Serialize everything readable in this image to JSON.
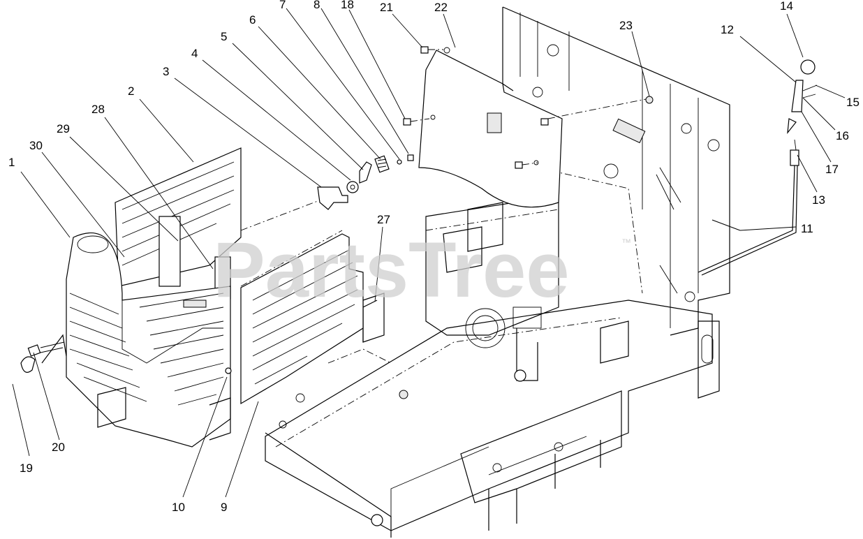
{
  "watermark": {
    "text": "PartsTree",
    "trademark": "™"
  },
  "callouts": [
    {
      "num": "1"
    },
    {
      "num": "2"
    },
    {
      "num": "3"
    },
    {
      "num": "4"
    },
    {
      "num": "5"
    },
    {
      "num": "6"
    },
    {
      "num": "7"
    },
    {
      "num": "8"
    },
    {
      "num": "9"
    },
    {
      "num": "10"
    },
    {
      "num": "11"
    },
    {
      "num": "12"
    },
    {
      "num": "13"
    },
    {
      "num": "14"
    },
    {
      "num": "15"
    },
    {
      "num": "16"
    },
    {
      "num": "17"
    },
    {
      "num": "18"
    },
    {
      "num": "19"
    },
    {
      "num": "20"
    },
    {
      "num": "21"
    },
    {
      "num": "22"
    },
    {
      "num": "23"
    },
    {
      "num": "27"
    },
    {
      "num": "28"
    },
    {
      "num": "29"
    },
    {
      "num": "30"
    }
  ]
}
